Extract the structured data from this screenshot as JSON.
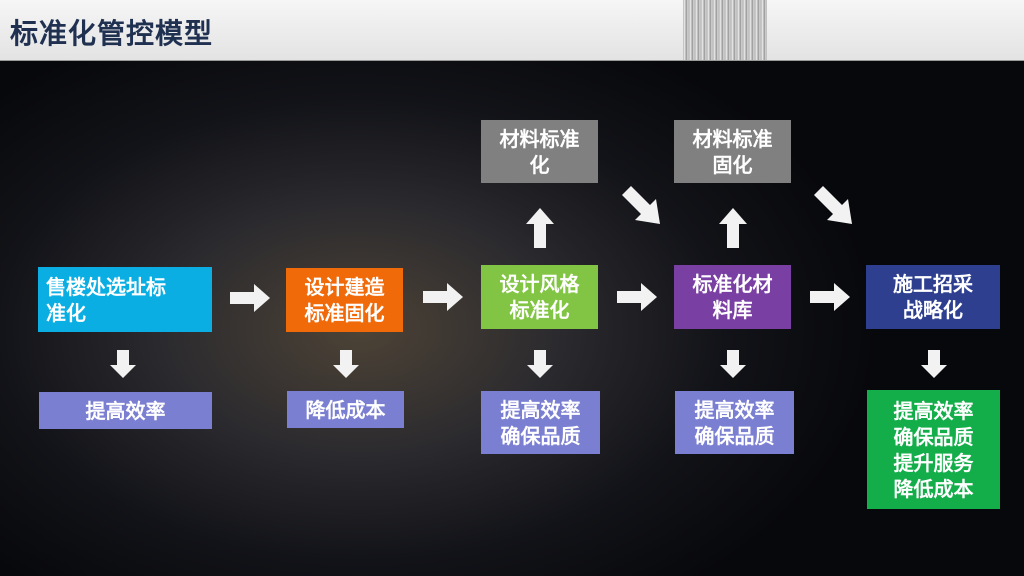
{
  "title": "标准化管控模型",
  "colors": {
    "cyan": "#0aaee3",
    "orange": "#f06a0a",
    "green": "#82c544",
    "purple": "#7a3fa3",
    "navy": "#2e3f8f",
    "lavender": "#7b7fd2",
    "gray": "#808080",
    "bright_green": "#13ad4a",
    "arrow": "#f2f2f2"
  },
  "flow": [
    {
      "lines": [
        "售楼处选址标",
        "准化"
      ]
    },
    {
      "lines": [
        "设计建造",
        "标准固化"
      ]
    },
    {
      "lines": [
        "设计风格",
        "标准化"
      ]
    },
    {
      "lines": [
        "标准化材",
        "料库"
      ]
    },
    {
      "lines": [
        "施工招采",
        "战略化"
      ]
    }
  ],
  "top_boxes": [
    {
      "lines": [
        "材料标准",
        "化"
      ]
    },
    {
      "lines": [
        "材料标准",
        "固化"
      ]
    }
  ],
  "results": [
    {
      "lines": [
        "提高效率"
      ]
    },
    {
      "lines": [
        "降低成本"
      ]
    },
    {
      "lines": [
        "提高效率",
        "确保品质"
      ]
    },
    {
      "lines": [
        "提高效率",
        "确保品质"
      ]
    },
    {
      "lines": [
        "提高效率",
        "确保品质",
        "提升服务",
        "降低成本"
      ]
    }
  ]
}
